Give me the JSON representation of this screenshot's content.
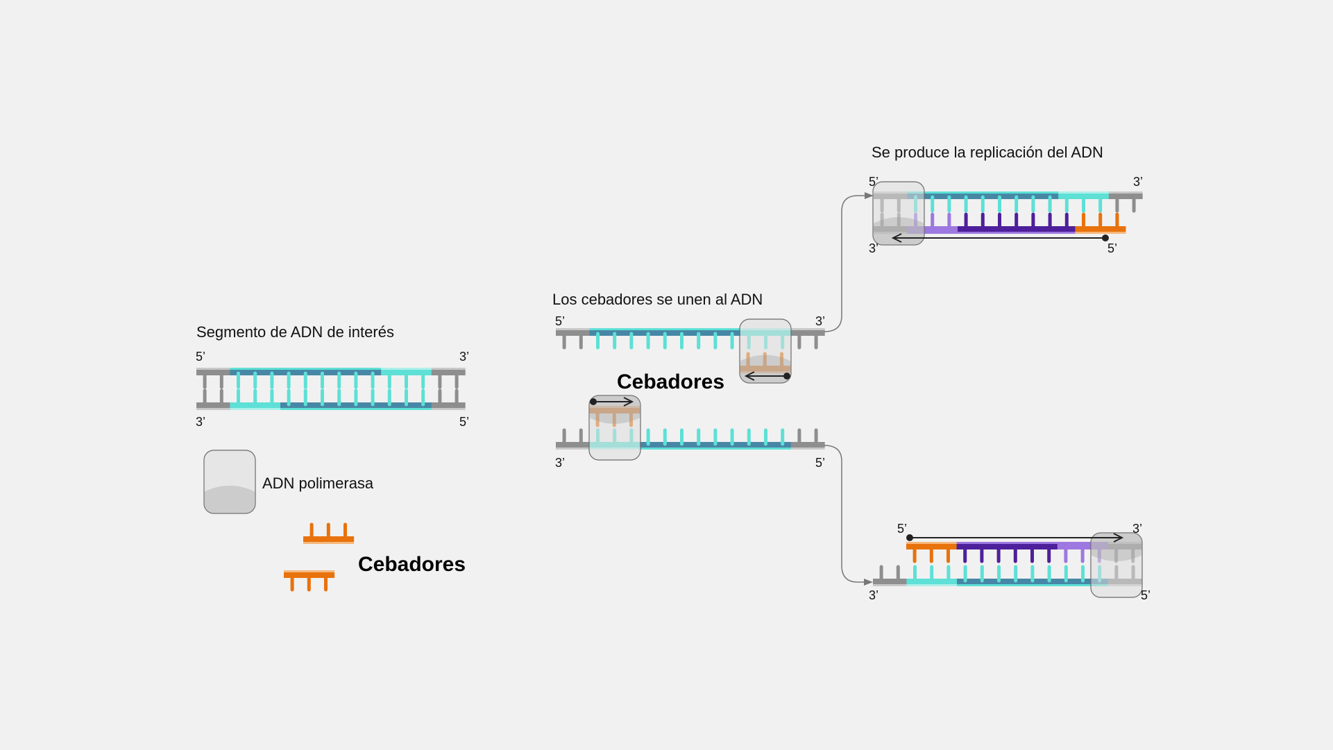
{
  "colors": {
    "background": "#f1f1f1",
    "gray": "#8e8e8e",
    "gray_light": "#c8c8c8",
    "teal": "#5ee0d6",
    "teal_light": "#aef0ea",
    "dark_blue": "#4787a6",
    "orange": "#e8720c",
    "orange_light": "#f6b77c",
    "purple_dark": "#4e1f9a",
    "purple_light": "#9d78e0",
    "polymerase_fill": "#dcdcdc",
    "polymerase_stroke": "#6a6a6a",
    "arrow": "#222222",
    "connector": "#777777"
  },
  "panel_1": {
    "title": "Segmento de ADN de interés",
    "top_strand": {
      "left_end": "5’",
      "right_end": "3’"
    },
    "bottom_strand": {
      "left_end": "3’",
      "right_end": "5’"
    }
  },
  "legend": {
    "polymerase_label": "ADN polimerasa",
    "primers_label": "Cebadores"
  },
  "panel_2": {
    "title": "Los cebadores se unen al ADN",
    "primers_label": "Cebadores",
    "top_strand": {
      "left_end": "5’",
      "right_end": "3’"
    },
    "bottom_strand": {
      "left_end": "3’",
      "right_end": "5’"
    }
  },
  "panel_3": {
    "title": "Se produce la replicación del ADN",
    "template_strand": {
      "left_end": "5’",
      "right_end": "3’"
    },
    "new_strand": {
      "left_end": "3’",
      "right_end": "5’"
    }
  },
  "panel_4": {
    "new_strand": {
      "left_end": "5’",
      "right_end": "3’"
    },
    "template_strand": {
      "left_end": "3’",
      "right_end": "5’"
    }
  }
}
